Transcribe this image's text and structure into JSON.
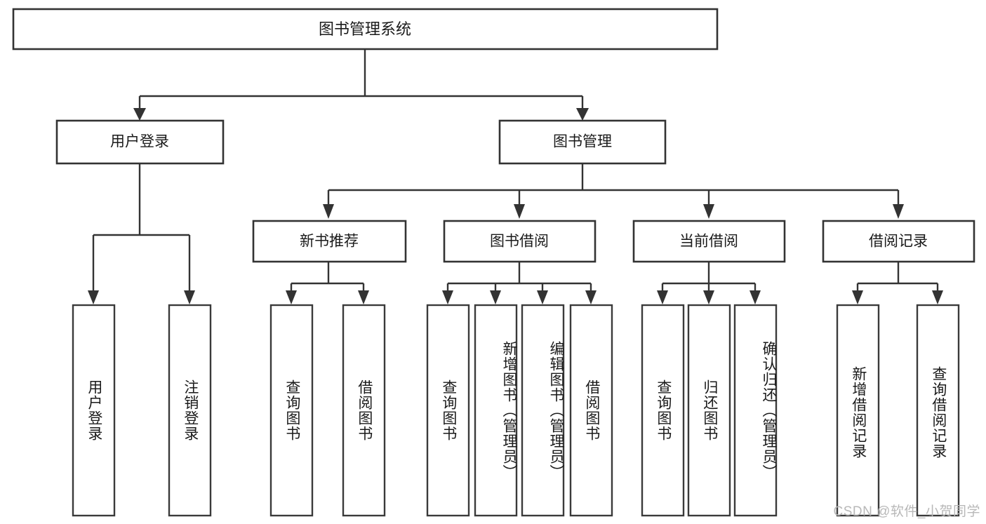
{
  "diagram": {
    "type": "tree-hierarchy",
    "title_node": {
      "label": "图书管理系统"
    },
    "level1": [
      {
        "id": "user-login",
        "label": "用户登录"
      },
      {
        "id": "book-management",
        "label": "图书管理"
      }
    ],
    "level2": [
      {
        "id": "new-book-recommend",
        "label": "新书推荐",
        "parent": "book-management"
      },
      {
        "id": "book-borrow",
        "label": "图书借阅",
        "parent": "book-management"
      },
      {
        "id": "current-borrow",
        "label": "当前借阅",
        "parent": "book-management"
      },
      {
        "id": "borrow-record",
        "label": "借阅记录",
        "parent": "book-management"
      }
    ],
    "leaves": {
      "user_login": [
        {
          "id": "leaf-user-login",
          "label": "用户登录"
        },
        {
          "id": "leaf-logout",
          "label": "注销登录"
        }
      ],
      "new_book_recommend": [
        {
          "id": "leaf-query-book-1",
          "label": "查询图书"
        },
        {
          "id": "leaf-borrow-book-1",
          "label": "借阅图书"
        }
      ],
      "book_borrow": [
        {
          "id": "leaf-query-book-2",
          "label": "查询图书"
        },
        {
          "id": "leaf-add-book",
          "label": "新增图书（管理员）"
        },
        {
          "id": "leaf-edit-book",
          "label": "编辑图书（管理员）"
        },
        {
          "id": "leaf-borrow-book-2",
          "label": "借阅图书"
        }
      ],
      "current_borrow": [
        {
          "id": "leaf-query-book-3",
          "label": "查询图书"
        },
        {
          "id": "leaf-return-book",
          "label": "归还图书"
        },
        {
          "id": "leaf-confirm-return",
          "label": "确认归还（管理员）"
        }
      ],
      "borrow_record": [
        {
          "id": "leaf-add-record",
          "label": "新增借阅记录"
        },
        {
          "id": "leaf-query-record",
          "label": "查询借阅记录"
        }
      ]
    },
    "colors": {
      "box_border": "#333333",
      "box_fill": "#ffffff",
      "connector": "#333333",
      "text": "#1a1a1a",
      "watermark": "#b8b8b8",
      "background": "#ffffff"
    }
  },
  "watermark": {
    "text": "CSDN @软件_小贺同学"
  }
}
